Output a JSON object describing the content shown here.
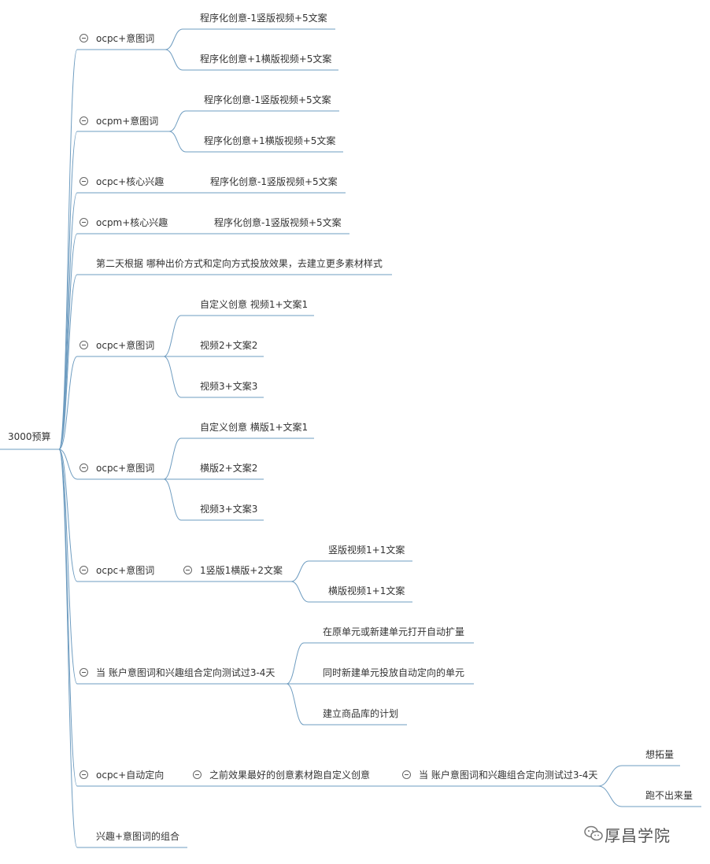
{
  "root": "3000预算",
  "branches": [
    {
      "label": "ocpc+意图词",
      "children": [
        "程序化创意-1竖版视频+5文案",
        "程序化创意+1横版视频+5文案"
      ]
    },
    {
      "label": "ocpm+意图词",
      "children": [
        "程序化创意-1竖版视频+5文案",
        "程序化创意+1横版视频+5文案"
      ]
    },
    {
      "label": "ocpc+核心兴趣",
      "children": [
        "程序化创意-1竖版视频+5文案"
      ]
    },
    {
      "label": "ocpm+核心兴趣",
      "children": [
        "程序化创意-1竖版视频+5文案"
      ]
    },
    {
      "label": "第二天根据 哪种出价方式和定向方式投放效果，去建立更多素材样式"
    },
    {
      "label": "ocpc+意图词",
      "children": [
        "自定义创意 视频1+文案1",
        "视频2+文案2",
        "视频3+文案3"
      ]
    },
    {
      "label": "ocpc+意图词",
      "children": [
        "自定义创意 横版1+文案1",
        "横版2+文案2",
        "视频3+文案3"
      ]
    },
    {
      "label": "ocpc+意图词",
      "children": [
        "1竖版1横版+2文案"
      ],
      "grandchildren": [
        "竖版视频1+1文案",
        "横版视频1+1文案"
      ]
    },
    {
      "label": "当 账户意图词和兴趣组合定向测试过3-4天",
      "children": [
        "在原单元或新建单元打开自动扩量",
        "同时新建单元投放自动定向的单元",
        "建立商品库的计划"
      ]
    },
    {
      "label": "ocpc+自动定向",
      "children": [
        "之前效果最好的创意素材跑自定义创意"
      ],
      "grandchildren": [
        "当 账户意图词和兴趣组合定向测试过3-4天"
      ],
      "leaves": [
        "想拓量",
        "跑不出来量"
      ]
    },
    {
      "label": "兴趣+意图词的组合"
    }
  ],
  "watermark": "厚昌学院",
  "colors": {
    "line": "#6e9cc0",
    "text": "#333333"
  }
}
